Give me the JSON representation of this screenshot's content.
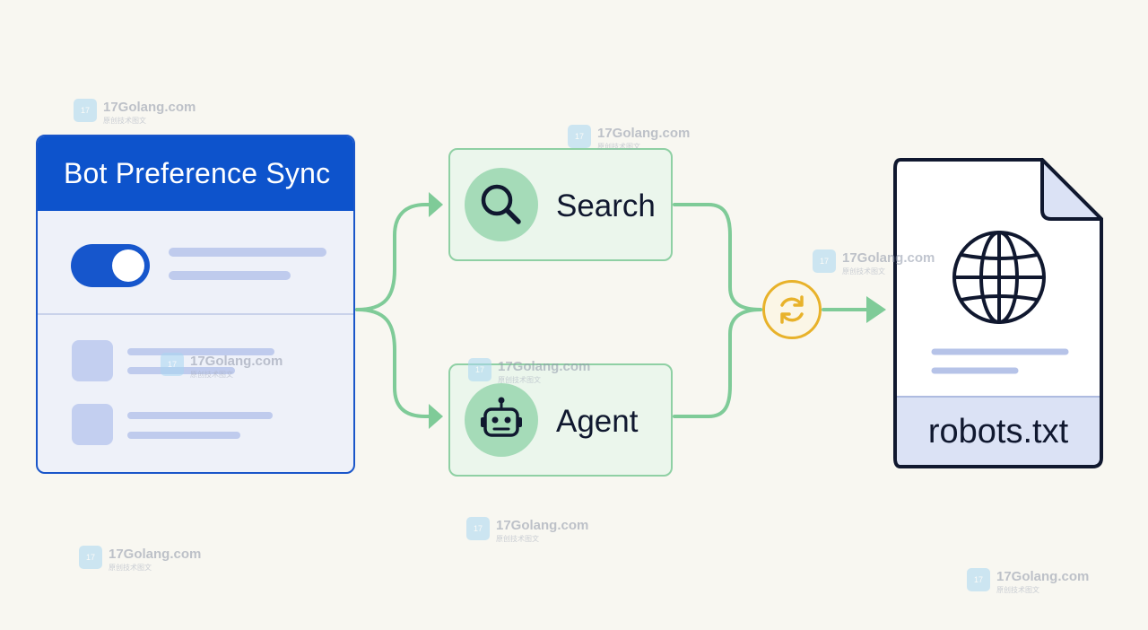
{
  "panel": {
    "title": "Bot Preference Sync",
    "toggle": {
      "state": "on"
    }
  },
  "nodes": [
    {
      "label": "Search",
      "icon": "search-icon"
    },
    {
      "label": "Agent",
      "icon": "robot-icon"
    }
  ],
  "sync": {
    "icon": "sync-icon"
  },
  "document": {
    "label": "robots.txt",
    "icon": "globe-icon"
  },
  "colors": {
    "background": "#f8f7f1",
    "primary_blue": "#0d53cc",
    "connector_green": "#7fcb98",
    "node_fill": "#ebf6ec",
    "sync_orange": "#e8b22a",
    "text_dark": "#10182f"
  },
  "watermarks": [
    {
      "text": "17Golang.com",
      "sub": "原创技术图文"
    },
    {
      "text": "17Golang.com",
      "sub": "原创技术图文"
    },
    {
      "text": "17Golang.com",
      "sub": "原创技术图文"
    },
    {
      "text": "17Golang.com",
      "sub": "原创技术图文"
    },
    {
      "text": "17Golang.com",
      "sub": "原创技术图文"
    },
    {
      "text": "17Golang.com",
      "sub": "原创技术图文"
    },
    {
      "text": "17Golang.com",
      "sub": "原创技术图文"
    },
    {
      "text": "17Golang.com",
      "sub": "原创技术图文"
    }
  ]
}
